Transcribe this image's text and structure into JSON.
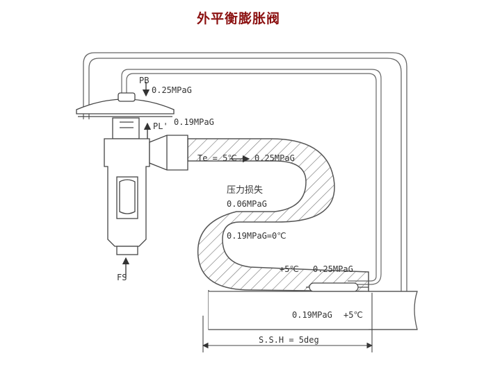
{
  "title": "外平衡膨胀阀",
  "labels": {
    "pb": "PB",
    "pb_pressure": "0.25MPaG",
    "pl": "PL'",
    "pl_pressure": "0.19MPaG",
    "te": "Te = 5℃",
    "te_pressure": "0.25MPaG",
    "loss_title": "压力损失",
    "loss_value": "0.06MPaG",
    "mid_state": "0.19MPaG=0℃",
    "bulb_temp": "+5℃",
    "bulb_pressure": "0.25MPaG",
    "outlet_pressure": "0.19MPaG",
    "outlet_temp": "+5℃",
    "fs": "FS",
    "ssh": "S.S.H = 5deg"
  },
  "colors": {
    "title": "#8b1010",
    "line": "#555555",
    "hatch": "#777777"
  }
}
